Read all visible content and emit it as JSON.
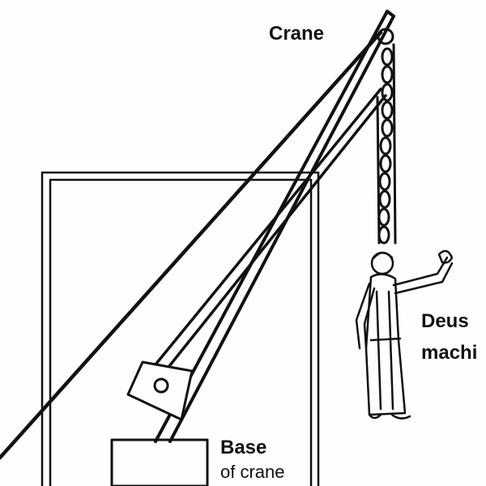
{
  "labels": {
    "crane": "Crane",
    "deus_line1": "Deus",
    "deus_line2": "machi",
    "base_line1": "Base",
    "base_line2": "of crane"
  },
  "colors": {
    "ink": "#111111",
    "paper": "#fefefe"
  }
}
